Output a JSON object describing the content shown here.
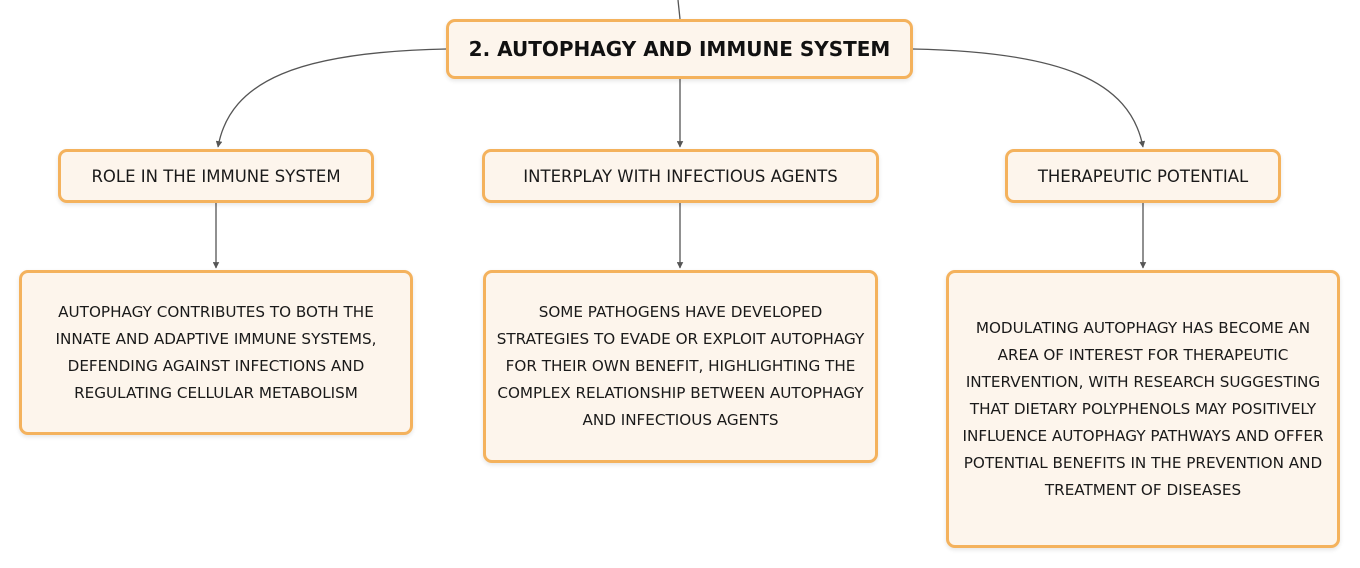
{
  "diagram": {
    "root": {
      "label": "2. AUTOPHAGY AND IMMUNE SYSTEM"
    },
    "branches": [
      {
        "label": "ROLE IN THE IMMUNE SYSTEM",
        "detail": "AUTOPHAGY CONTRIBUTES TO BOTH THE INNATE AND ADAPTIVE IMMUNE SYSTEMS, DEFENDING AGAINST INFECTIONS AND REGULATING CELLULAR METABOLISM"
      },
      {
        "label": "INTERPLAY WITH INFECTIOUS AGENTS",
        "detail": "SOME PATHOGENS HAVE DEVELOPED STRATEGIES TO EVADE OR EXPLOIT AUTOPHAGY FOR THEIR OWN BENEFIT, HIGHLIGHTING THE COMPLEX RELATIONSHIP BETWEEN AUTOPHAGY AND INFECTIOUS AGENTS"
      },
      {
        "label": "THERAPEUTIC POTENTIAL",
        "detail": "MODULATING AUTOPHAGY HAS BECOME AN AREA OF INTEREST FOR THERAPEUTIC INTERVENTION, WITH RESEARCH SUGGESTING THAT DIETARY POLYPHENOLS MAY POSITIVELY INFLUENCE AUTOPHAGY PATHWAYS AND OFFER POTENTIAL BENEFITS IN THE PREVENTION AND TREATMENT OF DISEASES"
      }
    ],
    "colors": {
      "node_border": "#f4b25d",
      "node_fill": "#fdf5ec",
      "connector": "#555555"
    }
  }
}
